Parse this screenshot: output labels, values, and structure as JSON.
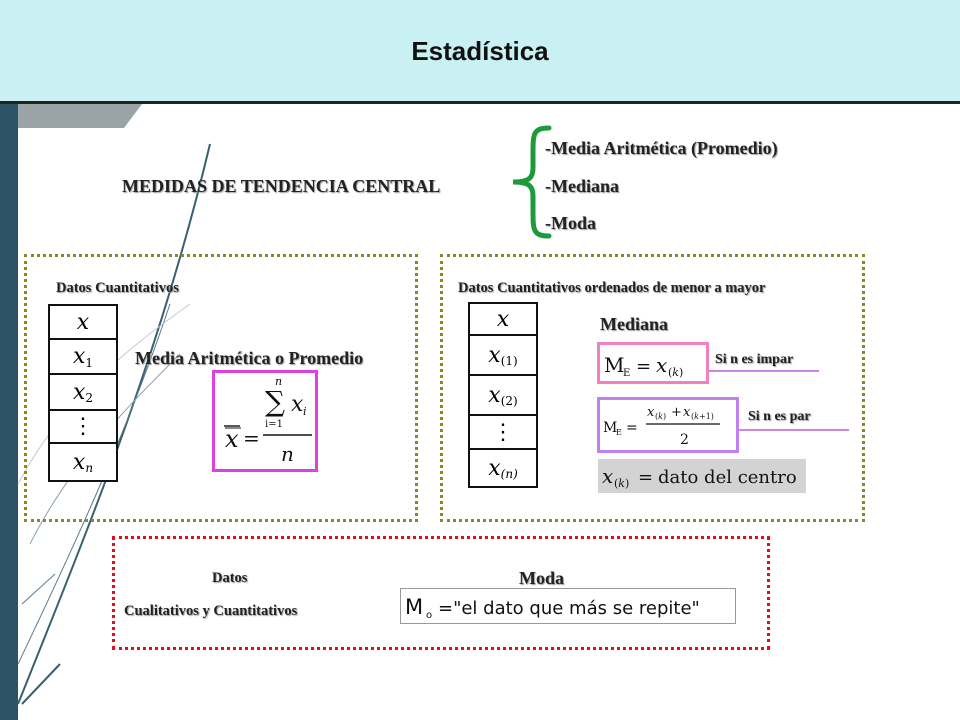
{
  "header": {
    "title": "Estadística"
  },
  "intro": {
    "heading": "MEDIDAS DE TENDENCIA CENTRAL",
    "measures": [
      "-Media Aritmética  (Promedio)",
      "-Mediana",
      "-Moda"
    ]
  },
  "media_panel": {
    "data_label": "Datos Cuantitativos",
    "variables": [
      "x",
      "x1",
      "x2",
      "⋮",
      "xn"
    ],
    "measure_label": "Media Aritmética  o Promedio",
    "formula": "x̄ = Σ_{i=1}^{n} x_i / n"
  },
  "mediana_panel": {
    "data_label": "Datos Cuantitativos ordenados de menor a mayor",
    "variables": [
      "x",
      "x(1)",
      "x(2)",
      "⋮",
      "x(n)"
    ],
    "measure_label": "Mediana",
    "formula_odd": "M_E = x_(k)",
    "cond_odd": "Si n es impar",
    "formula_even": "M_E = (x_(k) + x_(k+1)) / 2",
    "cond_even": "Si n es par",
    "center_definition": "x_(k) = dato del centro"
  },
  "moda_panel": {
    "data_label_line1": "Datos",
    "data_label_line2": "Cualitativos y Cuantitativos",
    "measure_label": "Moda",
    "formula": "M_o = \"el dato que más se repite\""
  },
  "colors": {
    "header_bg": "#c9f1f4",
    "sidebar": "#2c5466",
    "brace": "#1e9a3a",
    "panel_border": "#8a8a1e",
    "moda_border": "#e0101a",
    "formula_border_magenta": "#e040e0",
    "formula_border_pink": "#f080c0",
    "formula_border_violet": "#c080f0"
  }
}
